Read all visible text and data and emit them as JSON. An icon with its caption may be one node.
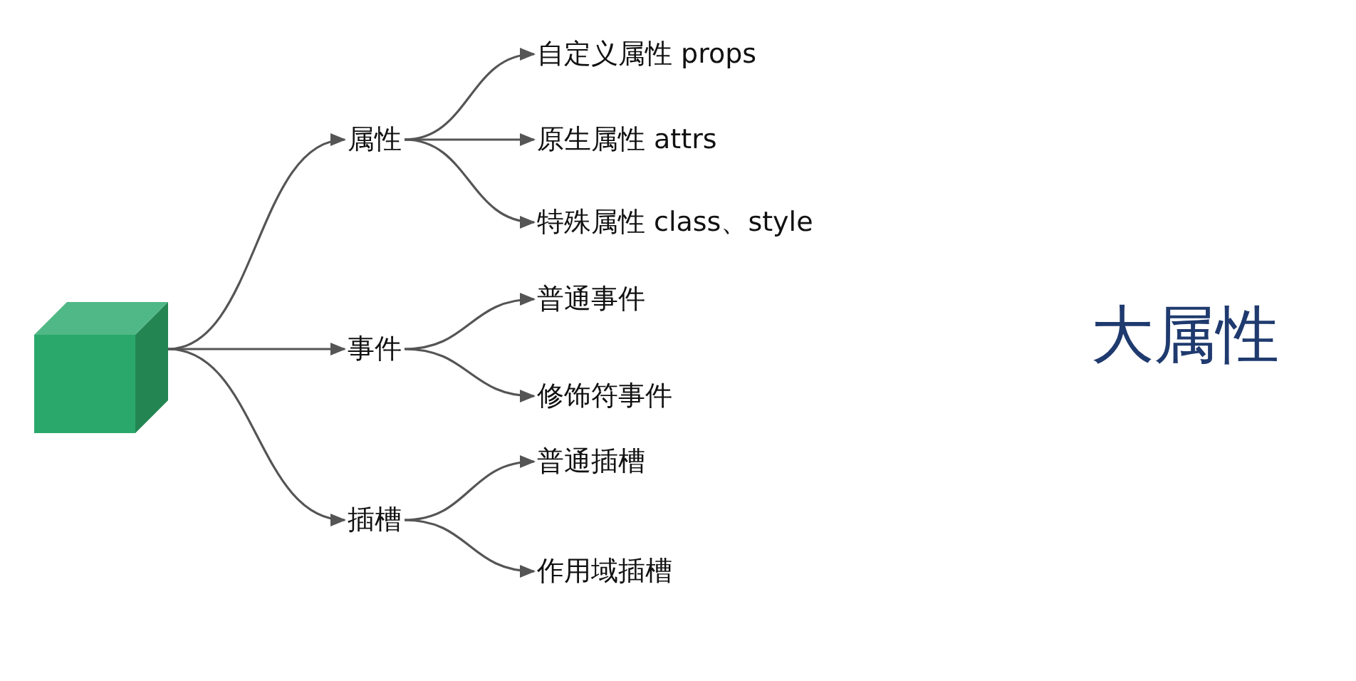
{
  "diagram": {
    "title": "大属性",
    "nodes": [
      {
        "text": [],
        "shape": "box"
      },
      {
        "text": [
          "属性"
        ]
      },
      {
        "text": [
          "事件"
        ]
      },
      {
        "text": [
          "插槽"
        ]
      },
      {
        "text": [
          "自定义属性 props"
        ]
      },
      {
        "text": [
          "原生属性 attrs"
        ]
      },
      {
        "text": [
          "特殊属性 class、style"
        ]
      },
      {
        "text": [
          "普通事件"
        ]
      },
      {
        "text": [
          "修饰符事件"
        ]
      },
      {
        "text": [
          "普通插槽"
        ]
      },
      {
        "text": [
          "作用域插槽"
        ]
      }
    ],
    "edges": [
      {
        "from": 0,
        "to": 1,
        "arrow": "to"
      },
      {
        "from": 0,
        "to": 2,
        "arrow": "to"
      },
      {
        "from": 0,
        "to": 3,
        "arrow": "to"
      },
      {
        "from": 1,
        "to": 4,
        "arrow": "to"
      },
      {
        "from": 1,
        "to": 5,
        "arrow": "to"
      },
      {
        "from": 1,
        "to": 6,
        "arrow": "to"
      },
      {
        "from": 2,
        "to": 7,
        "arrow": "to"
      },
      {
        "from": 2,
        "to": 8,
        "arrow": "to"
      },
      {
        "from": 3,
        "to": 9,
        "arrow": "to"
      },
      {
        "from": 3,
        "to": 10,
        "arrow": "to"
      }
    ]
  }
}
